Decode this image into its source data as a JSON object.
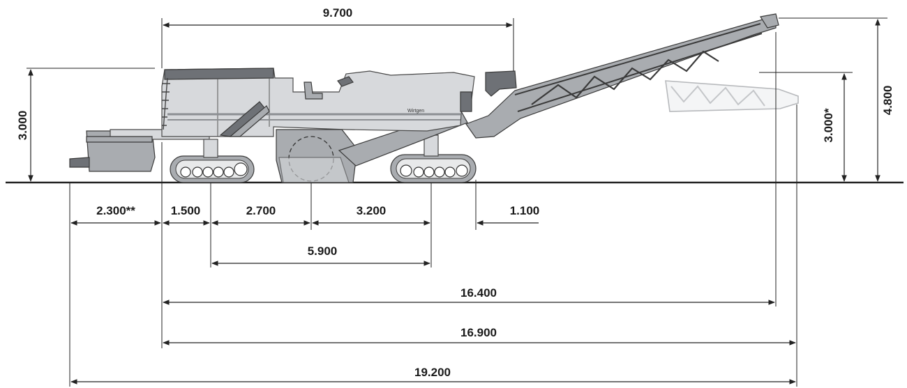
{
  "dimensions": {
    "top_length": "9.700",
    "height_left": "3.000",
    "height_right_total": "4.800",
    "height_right_conveyor": "3.000*",
    "front_overhang": "2.300**",
    "front_to_track": "1.500",
    "track_to_drum": "2.700",
    "drum_to_rear_track": "3.200",
    "rear_overhang": "1.100",
    "track_base": "5.900",
    "length_conveyor_folded": "16.400",
    "length_conveyor_extended": "16.900",
    "overall_length": "19.200"
  },
  "brand_label": "Wirtgen",
  "colors": {
    "machine_body": "#d7d9dc",
    "machine_dark": "#6e7176",
    "ground_line": "#222222",
    "ghost_conveyor": "#b7b9bc"
  }
}
